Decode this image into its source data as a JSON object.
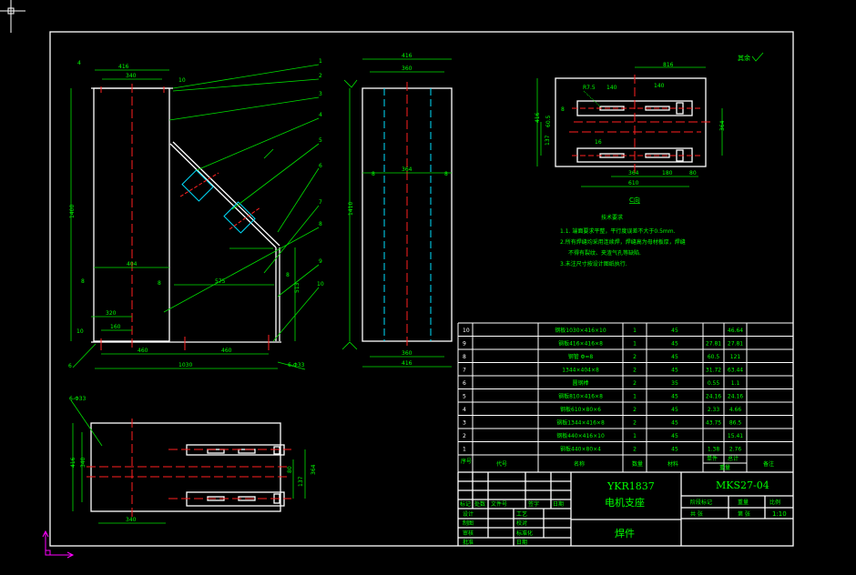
{
  "colors": {
    "background": "#000000",
    "geometry": "#ffffff",
    "dimension": "#00ff00",
    "centerline": "#ff2020",
    "hidden": "#00e0ff",
    "ucs": "#ff00ff"
  },
  "front_view": {
    "dims": {
      "top_outer": "416",
      "top_inner": "340",
      "height": "1400",
      "mid": "404",
      "brace": "575",
      "right_height": "513",
      "base_left": "320",
      "base_left2": "160",
      "hole_pitch1": "460",
      "hole_pitch2": "460",
      "base_length": "1030",
      "holes": "6-Φ33",
      "weld1": "4",
      "weld2": "10",
      "weld3": "8",
      "weld4": "8",
      "weld5": "8",
      "weld6": "10",
      "weld7": "6"
    },
    "leaders": [
      "1",
      "2",
      "3",
      "4",
      "5",
      "6",
      "7",
      "8",
      "9",
      "10"
    ]
  },
  "side_view": {
    "dims": {
      "top_outer": "416",
      "top_inner": "360",
      "height": "1410",
      "inner": "364",
      "left": "8",
      "right": "8",
      "base_inner": "360",
      "base_outer": "416"
    }
  },
  "top_view": {
    "dims": {
      "holes": "6-Φ33",
      "width": "416",
      "width_inner": "340",
      "length": "340",
      "right1": "364",
      "right2": "80",
      "right3": "137"
    }
  },
  "view_c": {
    "title": "C向",
    "dims": {
      "overall": "816",
      "radius": "R7.5",
      "slot1": "140",
      "slot2": "140",
      "height": "416",
      "offset1": "60.5",
      "offset2": "137",
      "right": "364",
      "gap": "16",
      "span1": "364",
      "span2": "180",
      "span3": "80",
      "base": "610",
      "weld": "8"
    }
  },
  "roughness": "其余",
  "tech_requirements": {
    "title": "技术要求",
    "lines": [
      "1.1. 端面要求平整，平行度误差不大于0.5mm.",
      "2.所有焊缝均采用连续焊，焊缝高为母材板厚，焊缝",
      "不得有裂纹、夹渣气孔等缺陷.",
      "3.未注尺寸按设计图纸执行."
    ]
  },
  "parts_table": {
    "headers": [
      "序号",
      "代号",
      "名称",
      "数量",
      "材料",
      "单件",
      "总计",
      "重量",
      "备注"
    ],
    "rows": [
      {
        "no": "10",
        "name": "钢板1030×416×10",
        "qty": "1",
        "mat": "45",
        "unit": "",
        "total": "46.64"
      },
      {
        "no": "9",
        "name": "钢板416×416×8",
        "qty": "1",
        "mat": "45",
        "unit": "27.81",
        "total": "27.81"
      },
      {
        "no": "8",
        "name": "钢管 Φ=8",
        "qty": "2",
        "mat": "45",
        "unit": "60.5",
        "total": "121"
      },
      {
        "no": "7",
        "name": "1344×404×8",
        "qty": "2",
        "mat": "45",
        "unit": "31.72",
        "total": "63.44"
      },
      {
        "no": "6",
        "name": "圆钢棒",
        "qty": "2",
        "mat": "35",
        "unit": "0.55",
        "total": "1.1"
      },
      {
        "no": "5",
        "name": "钢板810×416×8",
        "qty": "1",
        "mat": "45",
        "unit": "24.16",
        "total": "24.16"
      },
      {
        "no": "4",
        "name": "钢板610×80×6",
        "qty": "2",
        "mat": "45",
        "unit": "2.33",
        "total": "4.66"
      },
      {
        "no": "3",
        "name": "钢板1344×416×8",
        "qty": "2",
        "mat": "45",
        "unit": "43.75",
        "total": "86.5"
      },
      {
        "no": "2",
        "name": "钢板440×416×10",
        "qty": "1",
        "mat": "45",
        "unit": "",
        "total": "15.41"
      },
      {
        "no": "1",
        "name": "钢板440×80×4",
        "qty": "2",
        "mat": "45",
        "unit": "1.38",
        "total": "2.76"
      }
    ]
  },
  "title_block": {
    "product": "YKR1837",
    "part_name": "电机支座",
    "type": "焊件",
    "drawing_no": "MKS27-04",
    "stage": "阶段标记",
    "weight": "重量",
    "scale_label": "比例",
    "scale": "1:10",
    "sheets": "共 张",
    "sheet": "第 张",
    "rev_headers": [
      "标记",
      "处数",
      "文件号",
      "签字",
      "日期"
    ],
    "roles": [
      "设计",
      "制图",
      "审核",
      "批准"
    ],
    "roles2": [
      "工艺",
      "校对",
      "标准化",
      "日期"
    ]
  }
}
